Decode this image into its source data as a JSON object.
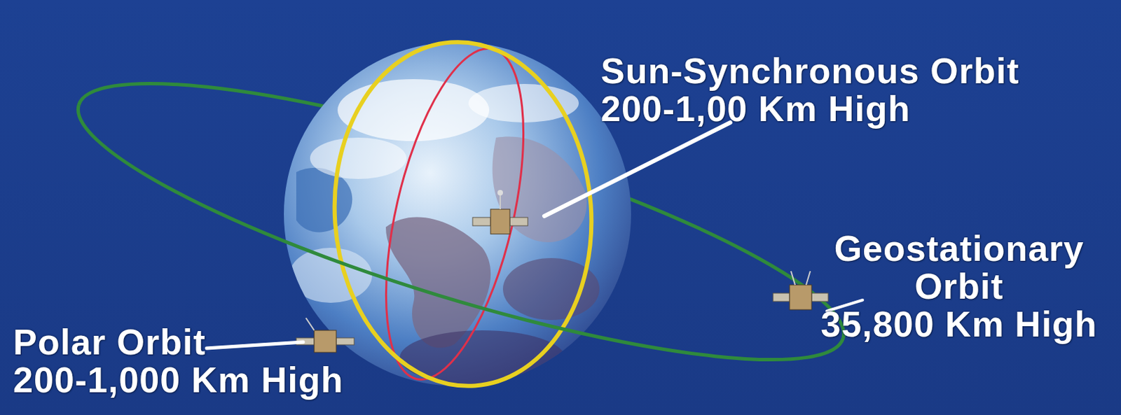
{
  "diagram": {
    "labels": [
      "Sun-Synchronous Orbit 200-1,00 Km High",
      "Geostationary Orbit 35,800 Km High",
      "Polar Orbit 200-1,000 Km High"
    ]
  }
}
